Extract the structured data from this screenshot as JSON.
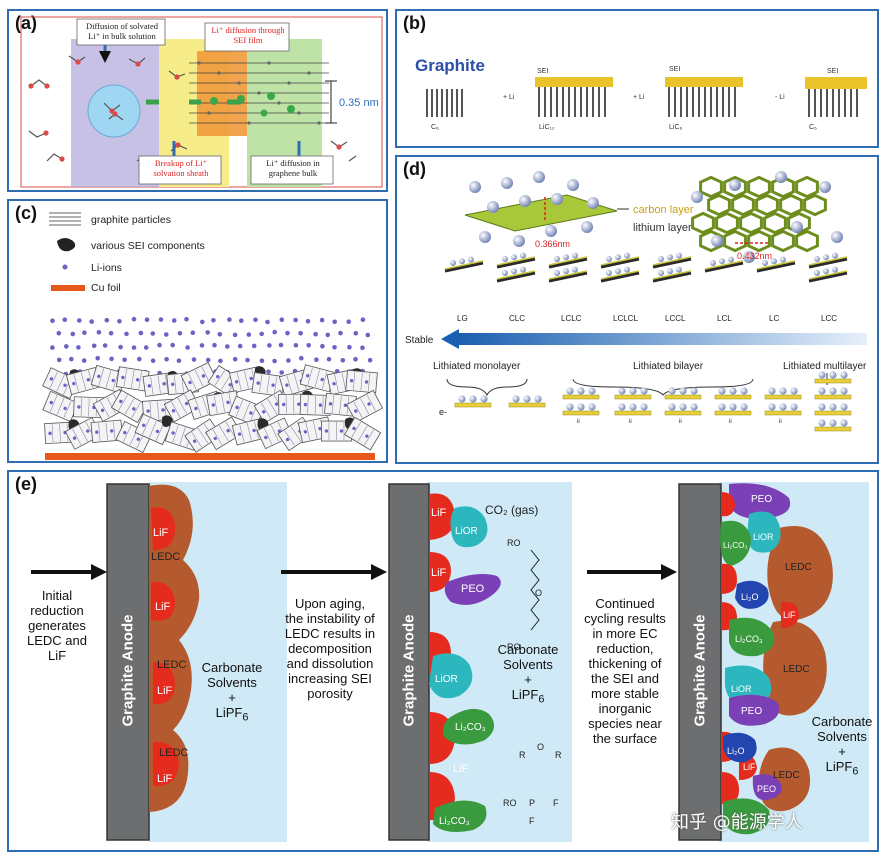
{
  "panel_a": {
    "label": "(a)",
    "box_solvated": "Diffusion of solvated Li⁺ in bulk solution",
    "box_sei": "Li⁺ diffusion through SEI film",
    "box_breakup": "Breakup of Li⁺ solvation sheath",
    "box_bulk": "Li⁺ diffusion in graphene bulk",
    "spacing": "0.35 nm"
  },
  "panel_b": {
    "label": "(b)",
    "title": "Graphite",
    "sei": "SEI",
    "plus_li": "+ Li",
    "minus_li": "- Li",
    "c6": "C₆",
    "lic12": "LiC₁₂",
    "lic6": "LiC₆"
  },
  "panel_c": {
    "label": "(c)",
    "legend": [
      {
        "text": "graphite particles"
      },
      {
        "text": "various SEI components"
      },
      {
        "text": "Li-ions"
      },
      {
        "text": "Cu foil"
      }
    ],
    "colors": {
      "li": "#6a63c4",
      "cu": "#e8581c"
    }
  },
  "panel_d": {
    "label": "(d)",
    "carbon_layer": "carbon layer",
    "lithium_layer": "lithium layer",
    "d1": "0.366nm",
    "d2": "0.432nm",
    "stacks": [
      "LG",
      "CLC",
      "LCLC",
      "LCLCL",
      "LCCL",
      "LCL",
      "LC",
      "LCC"
    ],
    "stable": "Stable",
    "monolayer": "Lithiated monolayer",
    "bilayer": "Lithiated bilayer",
    "multilayer": "Lithiated multilayer",
    "e": "e-",
    "roman": "ii"
  },
  "panel_e": {
    "label": "(e)",
    "text1": [
      "Initial",
      "reduction",
      "generates",
      "LEDC and",
      "LiF"
    ],
    "text2": [
      "Upon aging,",
      "the instability of",
      "LEDC results in",
      "decomposition",
      "and dissolution",
      "increasing SEI",
      "porosity"
    ],
    "text3": [
      "Continued",
      "cycling results",
      "in more EC",
      "reduction,",
      "thickening of",
      "the SEI and",
      "more stable",
      "inorganic",
      "species near",
      "the surface"
    ],
    "anode": "Graphite Anode",
    "solvents": [
      "Carbonate",
      "Solvents",
      "+"
    ],
    "lipf": "LiPF",
    "lipf_sub": "6",
    "co2": "CO₂ (gas)",
    "molecule_r": "R",
    "molecule_o": "O",
    "molecule_ro": "RO",
    "molecule_p": "P",
    "molecule_f": "F",
    "species": {
      "lif": "LiF",
      "ledc": "LEDC",
      "lior": "LiOR",
      "peo": "PEO",
      "li2co3": "Li₂CO₃",
      "li2o": "Li₂O"
    }
  },
  "watermark": "知乎 @能源学人"
}
